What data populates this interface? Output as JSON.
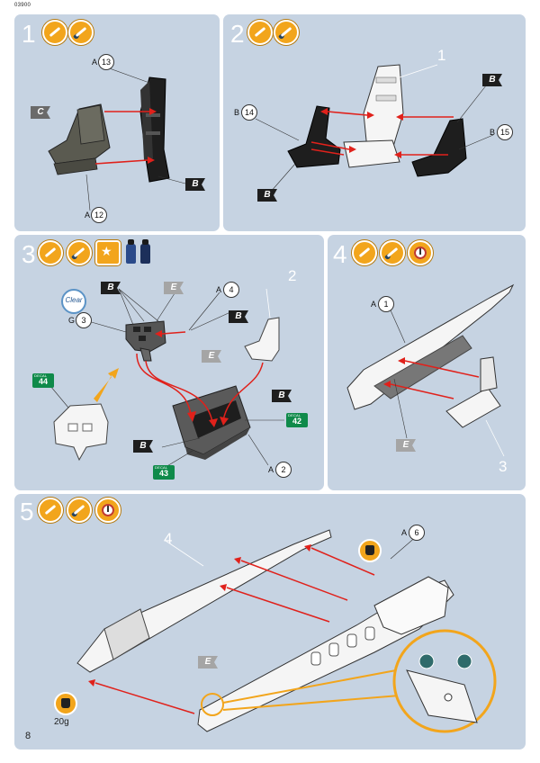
{
  "doc": {
    "code": "03900",
    "page_number": "8"
  },
  "steps": [
    {
      "number": "1",
      "icons": [
        "glue-icon",
        "paint-brush-icon"
      ],
      "labels": {
        "part_13": "13",
        "part_12": "12",
        "prefix_a_top": "A",
        "prefix_a_bottom": "A"
      },
      "flags": {
        "c": "C",
        "b": "B"
      }
    },
    {
      "number": "2",
      "icons": [
        "glue-icon",
        "paint-brush-icon"
      ],
      "labels": {
        "part_14": "14",
        "part_15": "15",
        "prefix_b_left": "B",
        "prefix_b_right": "B",
        "ref_1": "1"
      },
      "flags": {
        "b_top": "B",
        "b_bottom": "B"
      }
    },
    {
      "number": "3",
      "icons": [
        "glue-icon",
        "paint-brush-icon",
        "decal-star-icon",
        "decal-softener-bottle-icon",
        "decal-bottle-icon"
      ],
      "labels": {
        "part_3": "3",
        "part_4": "4",
        "part_2": "2",
        "ref_2": "2",
        "prefix_g": "G",
        "prefix_a_top": "A",
        "prefix_a_bottom": "A"
      },
      "flags": {
        "b1": "B",
        "e1": "E",
        "b2": "B",
        "e2": "E",
        "b3": "B",
        "b4": "B"
      },
      "decals": {
        "d44": "44",
        "d42": "42",
        "d43": "43",
        "decal_word": "DECAL"
      },
      "clear_label": "Clear"
    },
    {
      "number": "4",
      "icons": [
        "glue-icon",
        "paint-brush-icon",
        "clock-icon"
      ],
      "labels": {
        "part_1": "1",
        "prefix_a": "A",
        "ref_3": "3"
      },
      "flags": {
        "e": "E"
      }
    },
    {
      "number": "5",
      "icons": [
        "glue-icon",
        "paint-brush-icon",
        "clock-icon"
      ],
      "labels": {
        "part_6": "6",
        "prefix_a": "A",
        "ref_4": "4",
        "weight": "20g"
      },
      "flags": {
        "e": "E"
      }
    }
  ],
  "colors": {
    "panel": "#c6d3e2",
    "accent_orange": "#f2a51c",
    "arrow_red": "#e0211b",
    "decal_green": "#0f8a4a"
  }
}
